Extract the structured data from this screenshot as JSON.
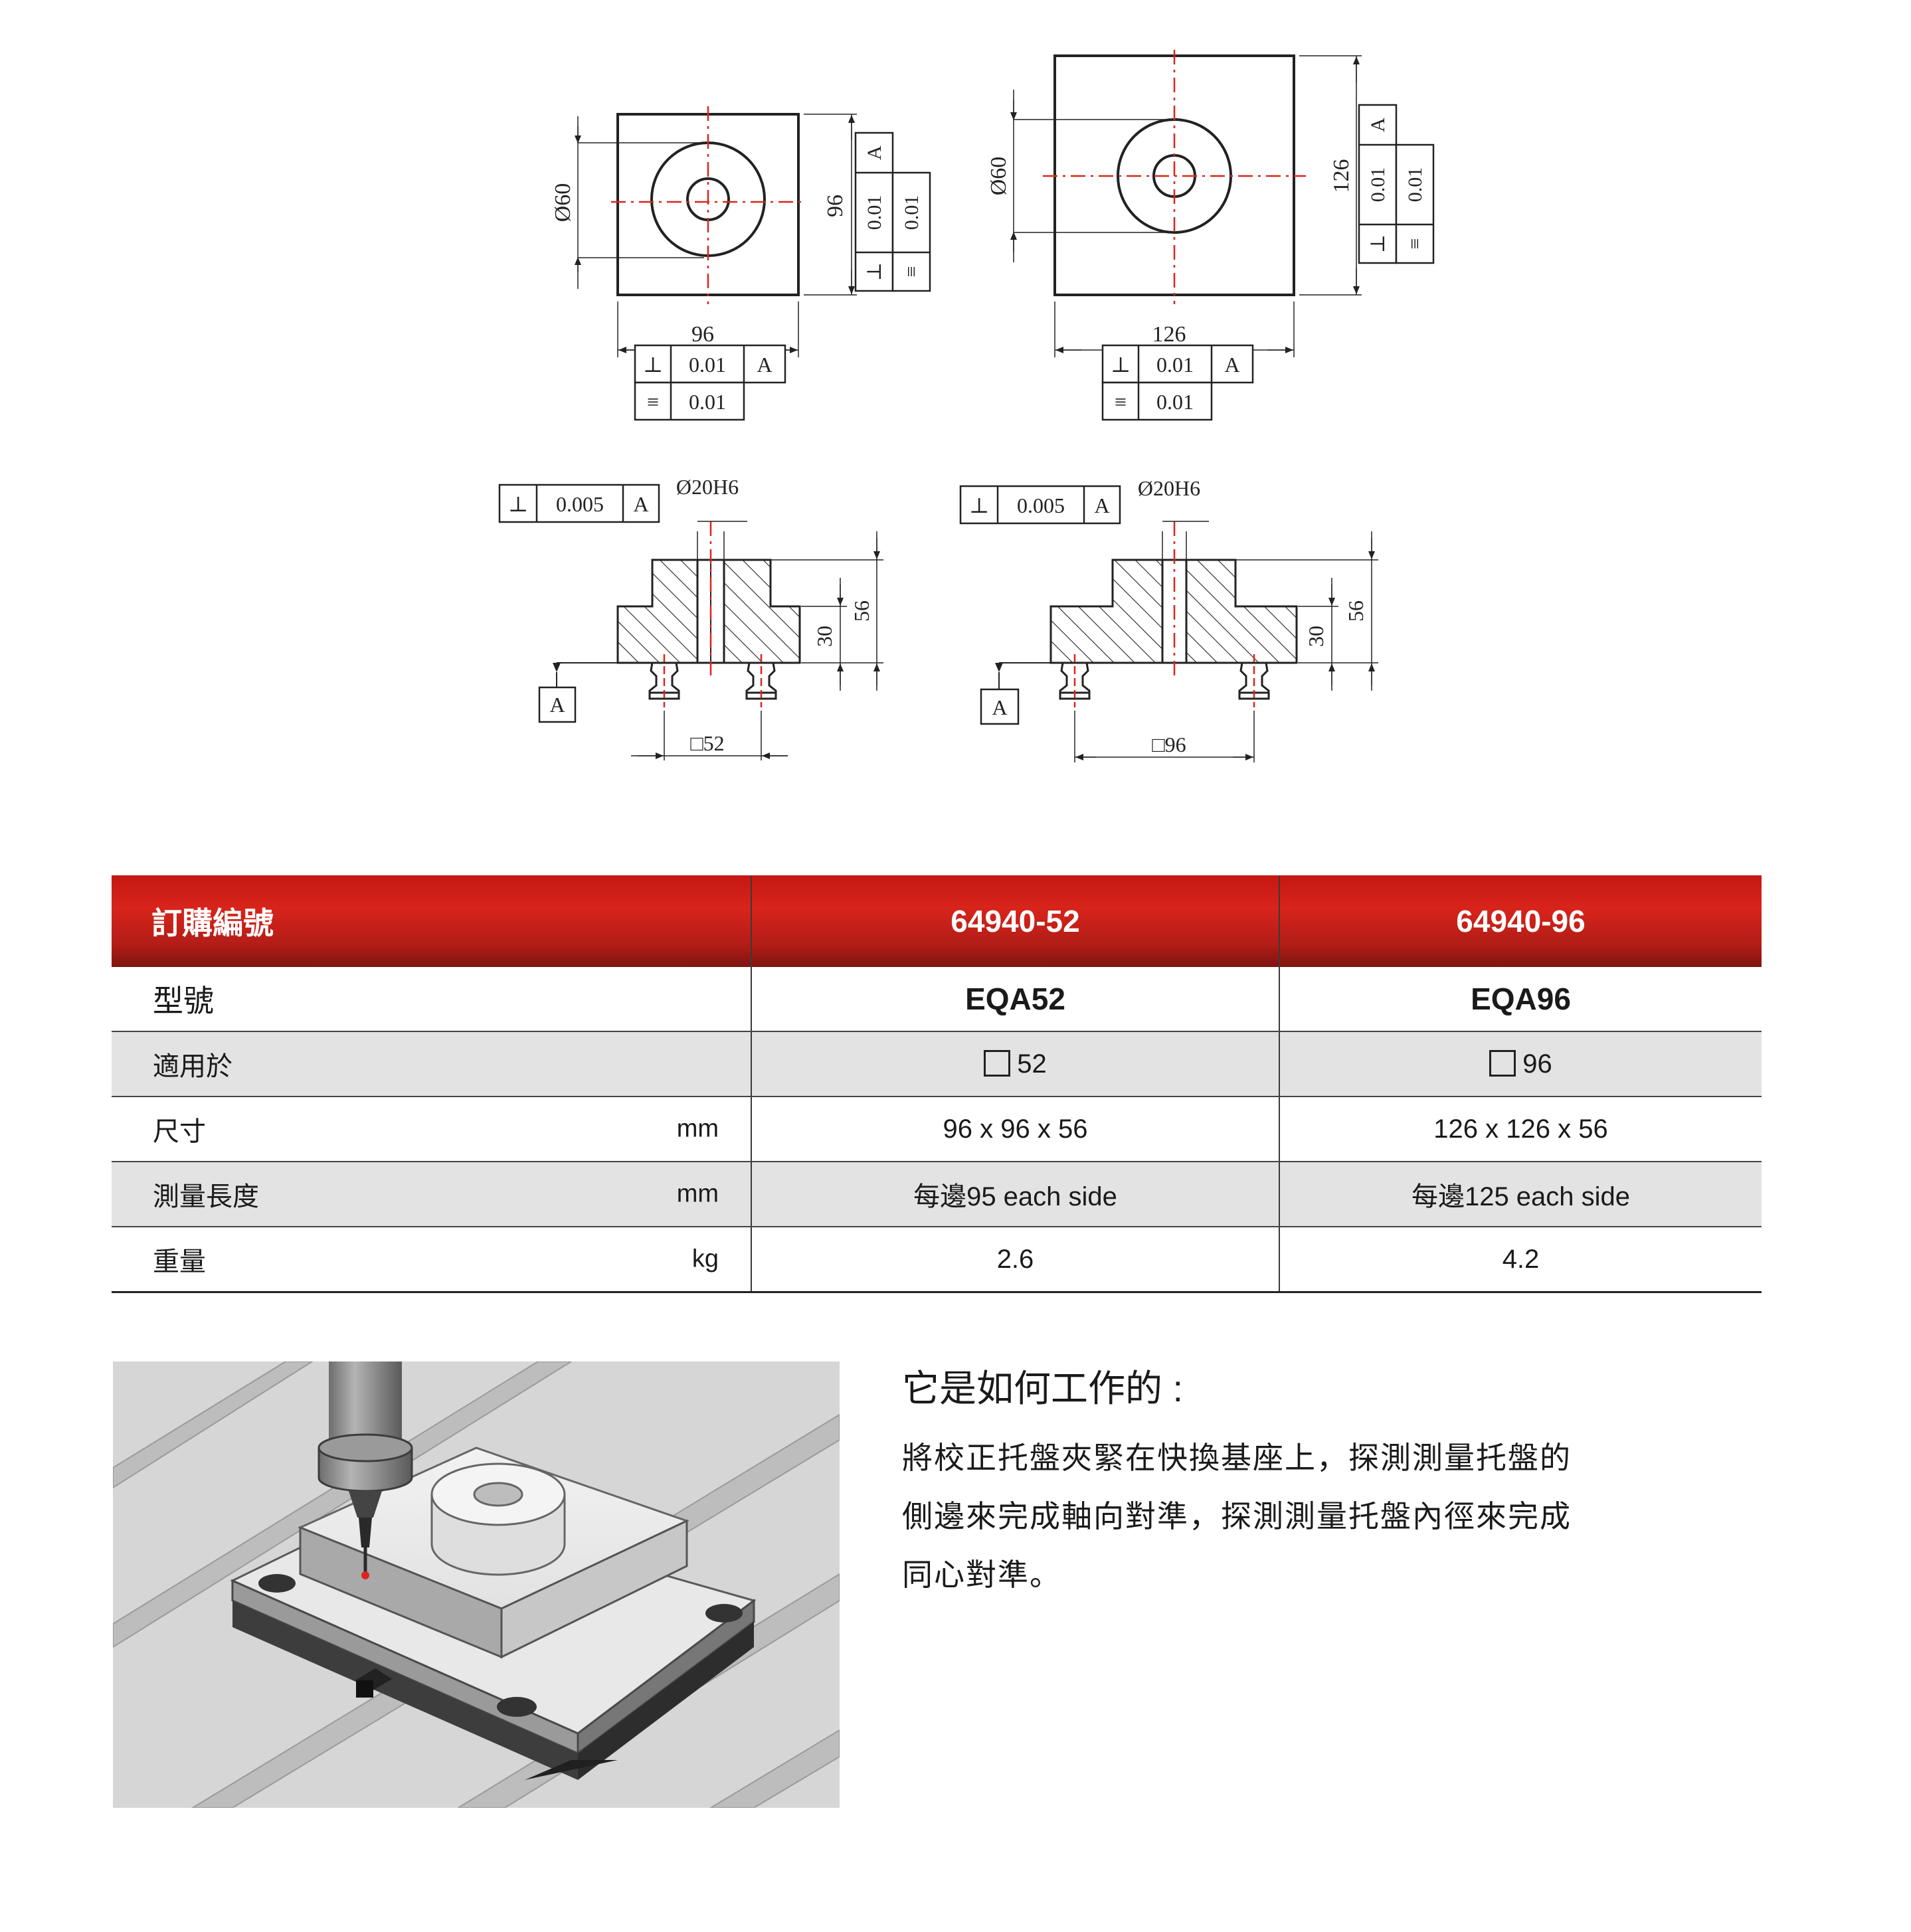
{
  "drawing": {
    "top_left": {
      "dia": "Ø60",
      "side_v": "96",
      "side_h": "96",
      "tol_v": [
        "⊥",
        "0.01",
        "A",
        "≡",
        "0.01"
      ],
      "tol_h": [
        "⊥",
        "0.01",
        "A",
        "≡",
        "0.01"
      ]
    },
    "top_right": {
      "dia": "Ø60",
      "side_v": "126",
      "side_h": "126",
      "tol_v": [
        "⊥",
        "0.01",
        "A",
        "≡",
        "0.01"
      ],
      "tol_h": [
        "⊥",
        "0.01",
        "A",
        "≡",
        "0.01"
      ]
    },
    "bottom_left": {
      "tol": [
        "⊥",
        "0.005",
        "A"
      ],
      "bore": "Ø20H6",
      "h1": "30",
      "h2": "56",
      "datum": "A",
      "pitch": "□52"
    },
    "bottom_right": {
      "tol": [
        "⊥",
        "0.005",
        "A"
      ],
      "bore": "Ø20H6",
      "h1": "30",
      "h2": "56",
      "datum": "A",
      "pitch": "□96"
    }
  },
  "table": {
    "header": {
      "label": "訂購編號",
      "col1": "64940-52",
      "col2": "64940-96"
    },
    "rows": [
      {
        "label": "型號",
        "unit": "",
        "col1": "EQA52",
        "col2": "EQA96"
      },
      {
        "label": "適用於",
        "unit": "",
        "col1": "52",
        "col2": "96"
      },
      {
        "label": "尺寸",
        "unit": "mm",
        "col1": "96 x 96 x 56",
        "col2": "126 x 126 x 56"
      },
      {
        "label": "測量長度",
        "unit": "mm",
        "col1": "每邊95 each side",
        "col2": "每邊125 each side"
      },
      {
        "label": "重量",
        "unit": "kg",
        "col1": "2.6",
        "col2": "4.2"
      }
    ]
  },
  "how": {
    "title": "它是如何工作的 :",
    "lines": [
      "將校正托盤夾緊在快換基座上，探測測量托盤的",
      "側邊來完成軸向對準，探測測量托盤內徑來完成",
      "同心對準。"
    ]
  },
  "colors": {
    "accent_red": "#c41812",
    "center_line": "#d9261c",
    "row_grey": "#e3e3e3"
  }
}
